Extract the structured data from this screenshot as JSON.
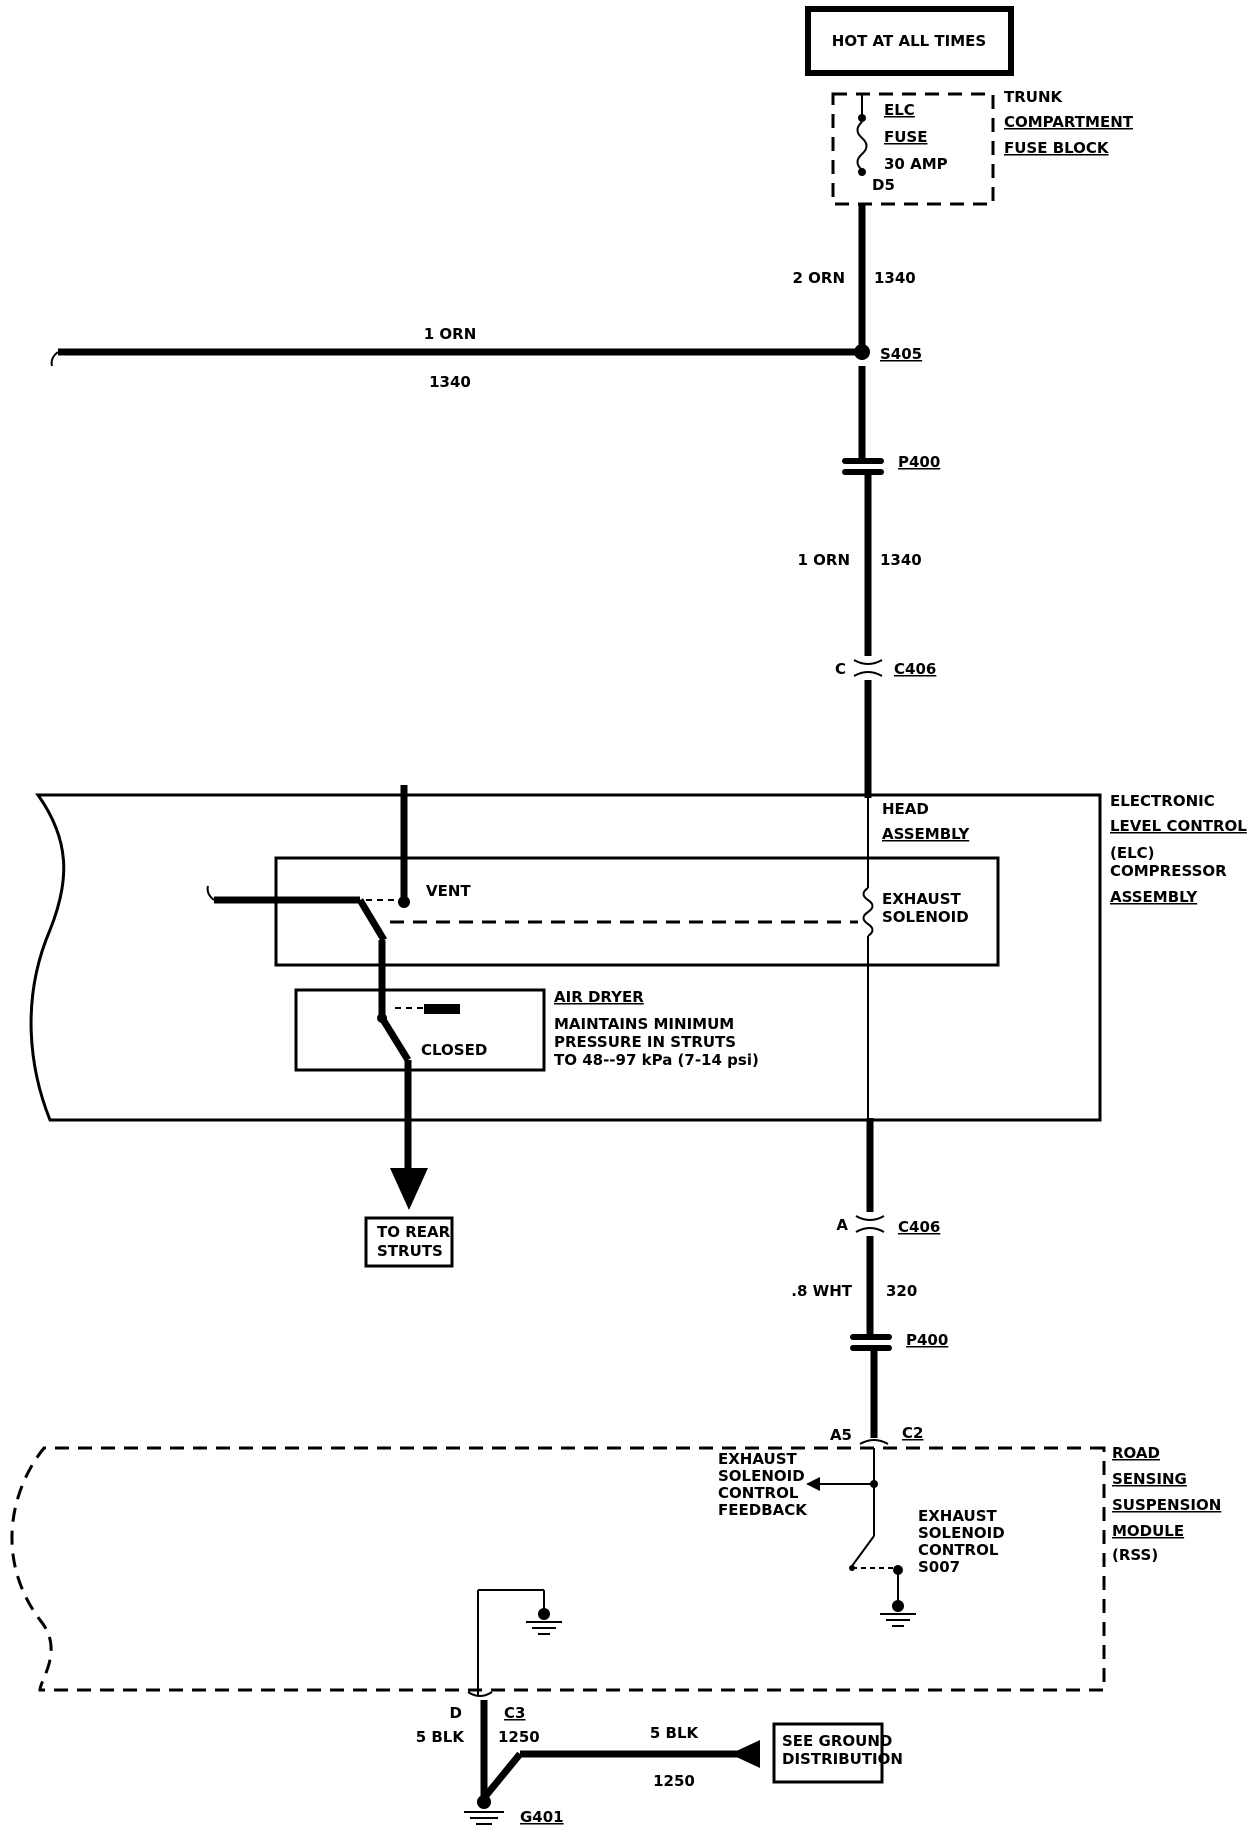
{
  "power_label": "HOT AT ALL TIMES",
  "fuse_block": {
    "name_lines": [
      "TRUNK",
      "COMPARTMENT",
      "FUSE BLOCK"
    ],
    "fuse_lines": [
      "ELC",
      "FUSE",
      "30 AMP"
    ],
    "terminal": "D5"
  },
  "wires": {
    "feed_gauge_color": "2 ORN",
    "feed_circuit": "1340",
    "branch_gauge_color": "1 ORN",
    "branch_circuit": "1340",
    "mid_gauge_color": "1 ORN",
    "mid_circuit": "1340",
    "control_gauge_color": ".8 WHT",
    "control_circuit": "320",
    "ground_gauge_color_left": "5 BLK",
    "ground_circuit_left": "1250",
    "ground_gauge_color_right": "5 BLK",
    "ground_circuit_right": "1250"
  },
  "connectors": {
    "splice": "S405",
    "p400_top": "P400",
    "c406_top_pin": "C",
    "c406_top": "C406",
    "c406_bottom_pin": "A",
    "c406_bottom": "C406",
    "p400_bottom": "P400",
    "c2_pin": "A5",
    "c2": "C2",
    "c3_pin": "D",
    "c3": "C3",
    "ground": "G401"
  },
  "compressor": {
    "name_lines": [
      "ELECTRONIC",
      "LEVEL CONTROL",
      "(ELC)",
      "COMPRESSOR",
      "ASSEMBLY"
    ],
    "head_lines": [
      "HEAD",
      "ASSEMBLY"
    ],
    "vent_label": "VENT",
    "solenoid_lines": [
      "EXHAUST",
      "SOLENOID"
    ],
    "air_dryer_title": "AIR DRYER",
    "air_dryer_note_lines": [
      "MAINTAINS MINIMUM",
      "PRESSURE IN STRUTS",
      "TO 48--97 kPa (7-14 psi)"
    ],
    "closed_label": "CLOSED"
  },
  "rear_struts_lines": [
    "TO REAR",
    "STRUTS"
  ],
  "rss": {
    "name_lines": [
      "ROAD",
      "SENSING",
      "SUSPENSION",
      "MODULE",
      "(RSS)"
    ],
    "feedback_lines": [
      "EXHAUST",
      "SOLENOID",
      "CONTROL",
      "FEEDBACK"
    ],
    "control_lines": [
      "EXHAUST",
      "SOLENOID",
      "CONTROL",
      "S007"
    ]
  },
  "ground_dist_lines": [
    "SEE GROUND",
    "DISTRIBUTION"
  ]
}
